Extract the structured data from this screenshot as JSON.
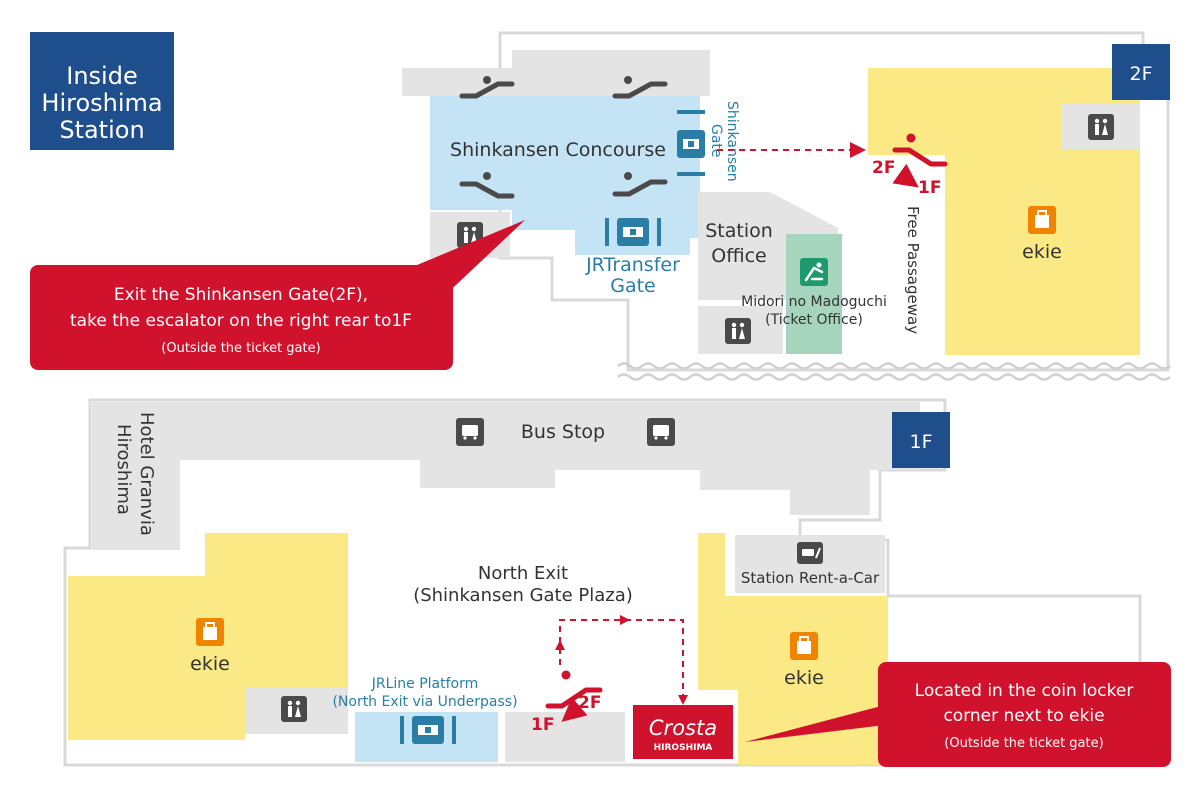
{
  "title_lines": [
    "Inside",
    "Hiroshima",
    "Station"
  ],
  "floors": {
    "upper": "2F",
    "lower": "1F"
  },
  "upper": {
    "concourse": "Shinkansen Concourse",
    "shinkansen_gate_lines": [
      "Shinkansen",
      "Gate"
    ],
    "jr_transfer_gate_lines": [
      "JRTransfer",
      "Gate"
    ],
    "station_office_lines": [
      "Station",
      "Office"
    ],
    "midori_lines": [
      "Midori no Madoguchi",
      "(Ticket Office)"
    ],
    "free_passageway": "Free Passageway",
    "ekie": "ekie",
    "escalator_from": "2F",
    "escalator_to": "1F"
  },
  "callout_upper": {
    "line1": "Exit the Shinkansen Gate(2F),",
    "line2": "take the escalator on the right rear to1F",
    "line3": "(Outside the ticket gate)"
  },
  "lower": {
    "bus_stop": "Bus Stop",
    "hotel_lines": [
      "Hotel Granvia",
      "Hiroshima"
    ],
    "north_exit_lines": [
      "North Exit",
      "(Shinkansen Gate Plaza)"
    ],
    "rent_a_car": "Station Rent-a-Car",
    "ekie_left": "ekie",
    "ekie_right": "ekie",
    "jr_platform_lines": [
      "JRLine Platform",
      "(North Exit via Underpass)"
    ],
    "escalator_to": "1F",
    "escalator_from": "2F",
    "crosta_logo": "Crosta",
    "crosta_sub": "HIROSHIMA"
  },
  "callout_lower": {
    "line1": "Located in the coin locker",
    "line2": "corner next to ekie",
    "line3": "(Outside the ticket gate)"
  },
  "colors": {
    "navy": "#1f4e8c",
    "red": "#d0122c",
    "light_blue": "#c4e3f5",
    "yellow": "#fbe985",
    "gray": "#e4e4e4",
    "green": "#a5d6bd",
    "icon_dark": "#4a4a4a",
    "ekie_orange": "#f08300"
  },
  "icons": [
    "restroom-icon",
    "escalator-icon",
    "gate-icon",
    "ticket-office-icon",
    "shopping-bag-icon",
    "bus-icon",
    "rent-a-car-icon"
  ]
}
